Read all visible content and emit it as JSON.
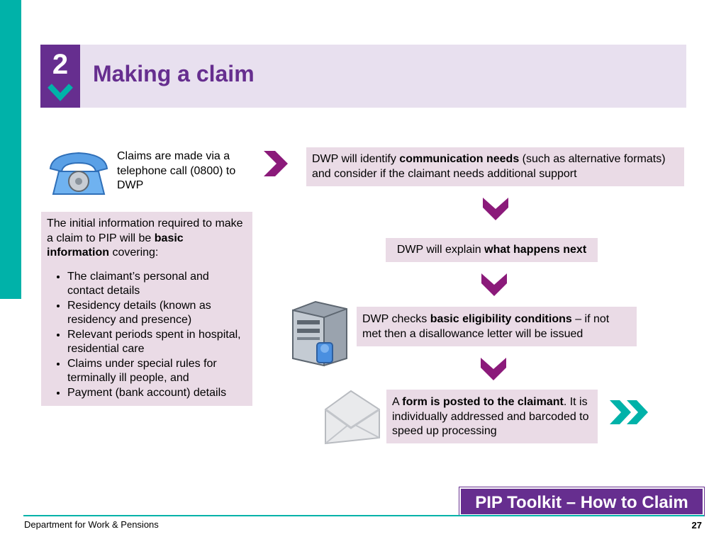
{
  "header": {
    "section_number": "2",
    "title": "Making a claim"
  },
  "phone_step": {
    "text": "Claims are made via a telephone call (0800) to DWP"
  },
  "info_box": {
    "intro_prefix": "The initial information required to make a claim to PIP will be ",
    "intro_bold": "basic information",
    "intro_suffix": " covering:",
    "items": [
      "The claimant’s personal and contact details",
      "Residency details (known as residency and presence)",
      "Relevant periods spent in hospital, residential care",
      "Claims under special rules for terminally ill people, and",
      "Payment (bank account) details"
    ]
  },
  "comm_box": {
    "prefix": "DWP will identify ",
    "bold": "communication needs",
    "suffix": " (such as alternative formats) and consider if the claimant needs additional support"
  },
  "explain_box": {
    "prefix": "DWP will explain ",
    "bold": "what happens next"
  },
  "checks_box": {
    "prefix": "DWP checks ",
    "bold": "basic eligibility conditions",
    "suffix": " – if not met then a disallowance letter will be issued"
  },
  "form_box": {
    "prefix": "A ",
    "bold": "form is posted to the claimant",
    "suffix": ". It is individually addressed and barcoded to speed up processing"
  },
  "footer": {
    "toolkit_title": "PIP Toolkit – How to Claim",
    "organisation": "Department for Work & Pensions",
    "page_number": "27"
  },
  "colors": {
    "purple": "#662e8f",
    "teal": "#00b2a9",
    "box_fill": "#eadbe6",
    "header_fill": "#e8e0ef"
  }
}
